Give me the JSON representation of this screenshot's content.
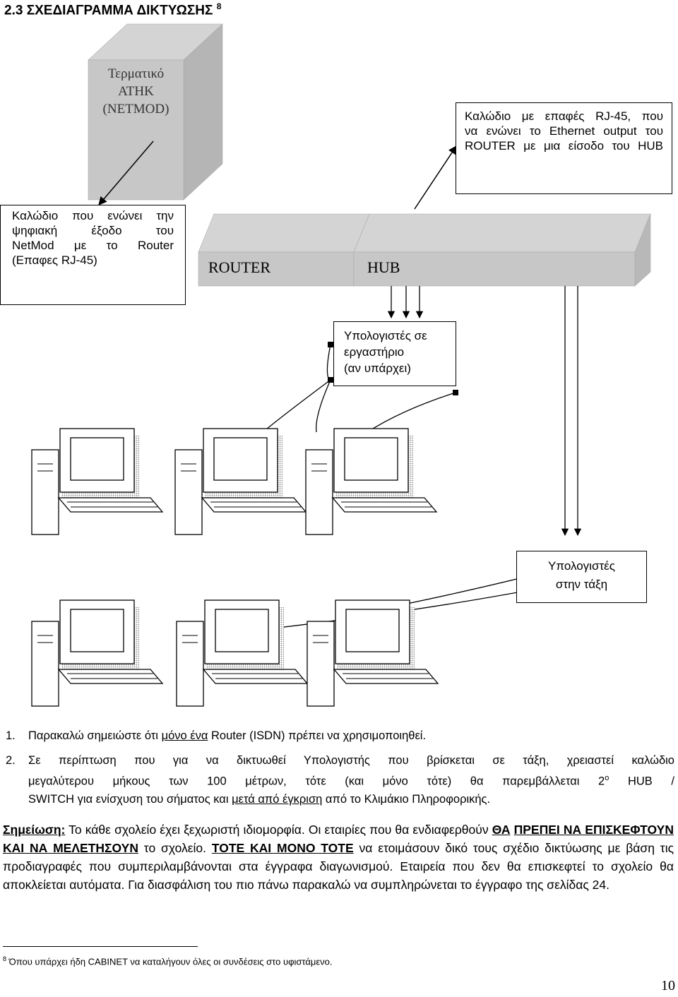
{
  "heading": {
    "text": "2.3 ΣΧΕΔΙΑΓΡΑΜΜΑ ΔΙΚΤΥΩΣΗΣ",
    "footnote_mark": "8"
  },
  "diagram": {
    "terminal": {
      "line1": "Τερματικό",
      "line2": "ΑΤΗΚ",
      "line3": "(NETMOD)"
    },
    "callout_ethernet": {
      "line1": "Καλώδιο με επαφές RJ-45, που",
      "line2": "να ενώνει το Ethernet output του",
      "line3": "ROUTER με μια είσοδο του HUB"
    },
    "callout_netmod": {
      "line1": "Καλώδιο που ενώνει την",
      "line2": "ψηφιακή έξοδο του",
      "line3": "NetMod με το Router",
      "line4": "(Επαφες RJ-45)"
    },
    "router_label": "ROUTER",
    "hub_label": "HUB",
    "lab_callout": {
      "line1": "Υπολογιστές σε",
      "line2": "εργαστήριο",
      "line3": "(αν υπάρχει)"
    },
    "class_callout": {
      "line1": "Υπολογιστές",
      "line2": "στην τάξη"
    }
  },
  "notes": {
    "n1": {
      "num": "1.",
      "pre": "Παρακαλώ σημειώστε ότι ",
      "underline": "μόνο ένα",
      "post": " Router (ISDN) πρέπει να χρησιμοποιηθεί."
    },
    "n2": {
      "num": "2.",
      "line1": "Σε περίπτωση που για να δικτυωθεί Υπολογιστής που βρίσκεται σε τάξη, χρειαστεί καλώδιο",
      "line2_pre": "μεγαλύτερου μήκους των 100 μέτρων, τότε (και μόνο τότε) θα παρεμβάλλεται 2",
      "line2_sup": "ο",
      "line2_post": " HUB /",
      "line3_pre": "SWITCH για ενίσχυση του σήματος και ",
      "line3_underline": "μετά από έγκριση",
      "line3_post": " από το Κλιμάκιο Πληροφορικής."
    }
  },
  "remark": {
    "label": "Σημείωση:",
    "t1": " Το κάθε σχολείο έχει ξεχωριστή ιδιομορφία.  Οι εταιρίες που θα ενδιαφερθούν ",
    "b1": "ΘΑ",
    "b2": "ΠΡΕΠΕΙ ΝΑ ΕΠΙΣΚΕΦΤΟΥΝ ΚΑΙ ΝΑ ΜΕΛΕΤΗΣΟΥΝ",
    "t2": " το σχολείο. ",
    "b3": "ΤΟΤΕ ΚΑΙ ΜΟΝΟ ΤΟΤΕ",
    "t3": " να ετοιμάσουν δικό τους σχέδιο δικτύωσης με βάση τις προδιαγραφές που συμπεριλαμβάνονται στα έγγραφα διαγωνισμού.  Εταιρεία που δεν θα επισκεφτεί το σχολείο θα αποκλείεται αυτόματα.  Για διασφάλιση του πιο πάνω παρακαλώ να συμπληρώνεται το έγγραφο της σελίδας 24."
  },
  "footnote": {
    "mark": "8",
    "text": " Όπου υπάρχει ήδη CABINET να καταλήγουν όλες οι συνδέσεις στο υφιστάμενο."
  },
  "page_number": "10"
}
